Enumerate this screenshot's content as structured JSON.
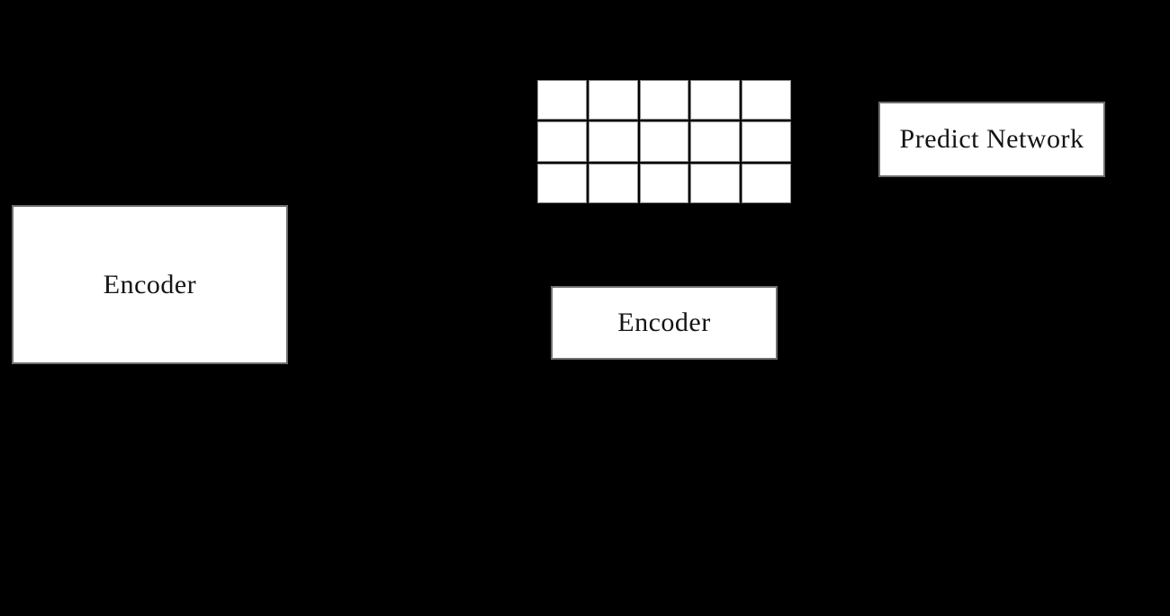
{
  "diagram": {
    "title": "encoder-predict-network-architecture",
    "background_color": "#000000",
    "boxes": {
      "encoder_left": {
        "label": "Encoder"
      },
      "encoder_middle": {
        "label": "Encoder"
      },
      "predict_network": {
        "label": "Predict Network"
      }
    },
    "grid": {
      "name": "feature-matrix",
      "rows": 3,
      "cols": 5,
      "cell_color": "#ffffff",
      "line_color": "#000000"
    },
    "colors": {
      "box_fill": "#ffffff",
      "box_border": "#6e6e6e",
      "text": "#141414"
    }
  }
}
